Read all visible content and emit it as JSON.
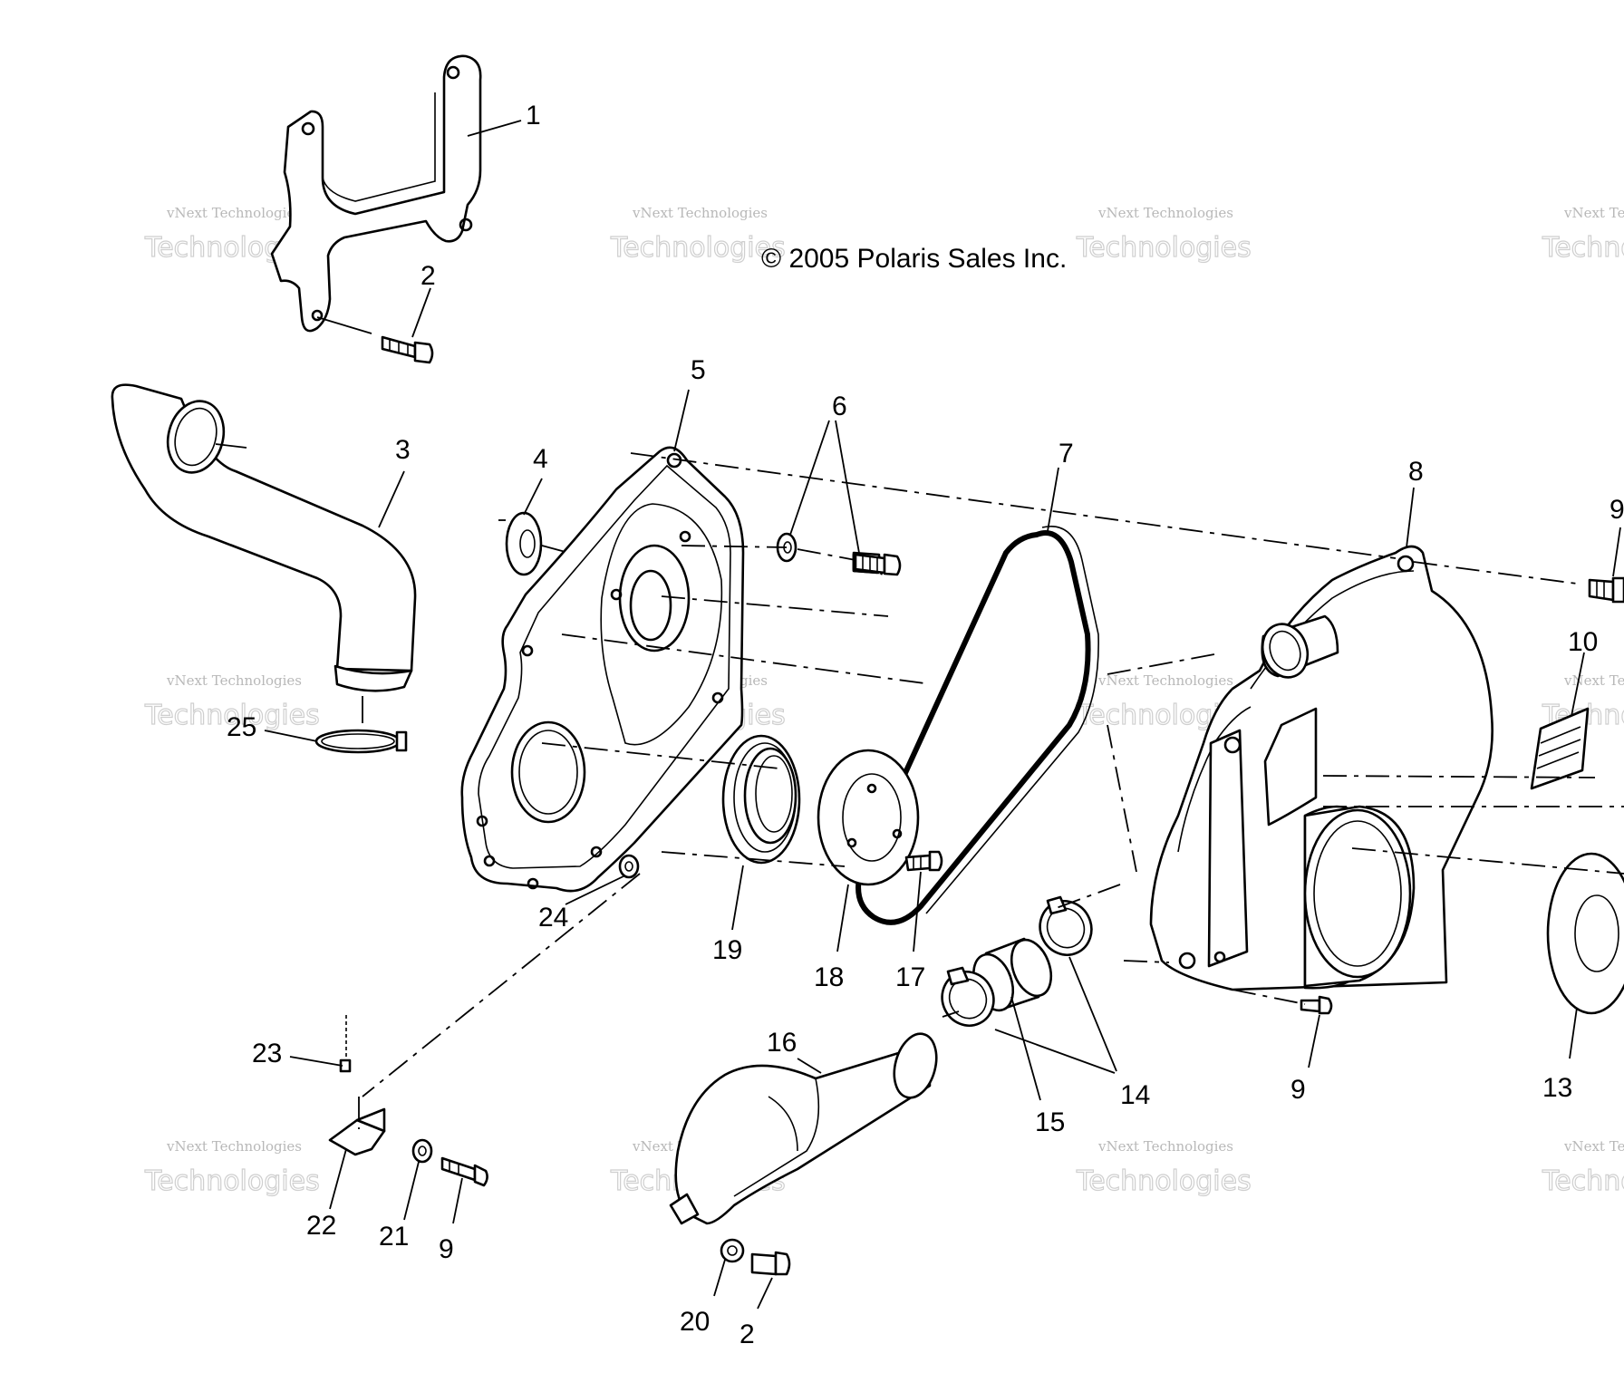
{
  "copyright": "© 2005 Polaris Sales Inc.",
  "watermark": {
    "line1": "vNext Technologies",
    "line2": "Technologies"
  },
  "callouts": {
    "c1": "1",
    "c2a": "2",
    "c2b": "2",
    "c3": "3",
    "c4": "4",
    "c5": "5",
    "c6": "6",
    "c7": "7",
    "c8": "8",
    "c9a": "9",
    "c9b": "9",
    "c9c": "9",
    "c10": "10",
    "c13": "13",
    "c14": "14",
    "c15": "15",
    "c16": "16",
    "c17": "17",
    "c18": "18",
    "c19": "19",
    "c20": "20",
    "c21": "21",
    "c22": "22",
    "c23": "23",
    "c24": "24",
    "c25": "25"
  }
}
